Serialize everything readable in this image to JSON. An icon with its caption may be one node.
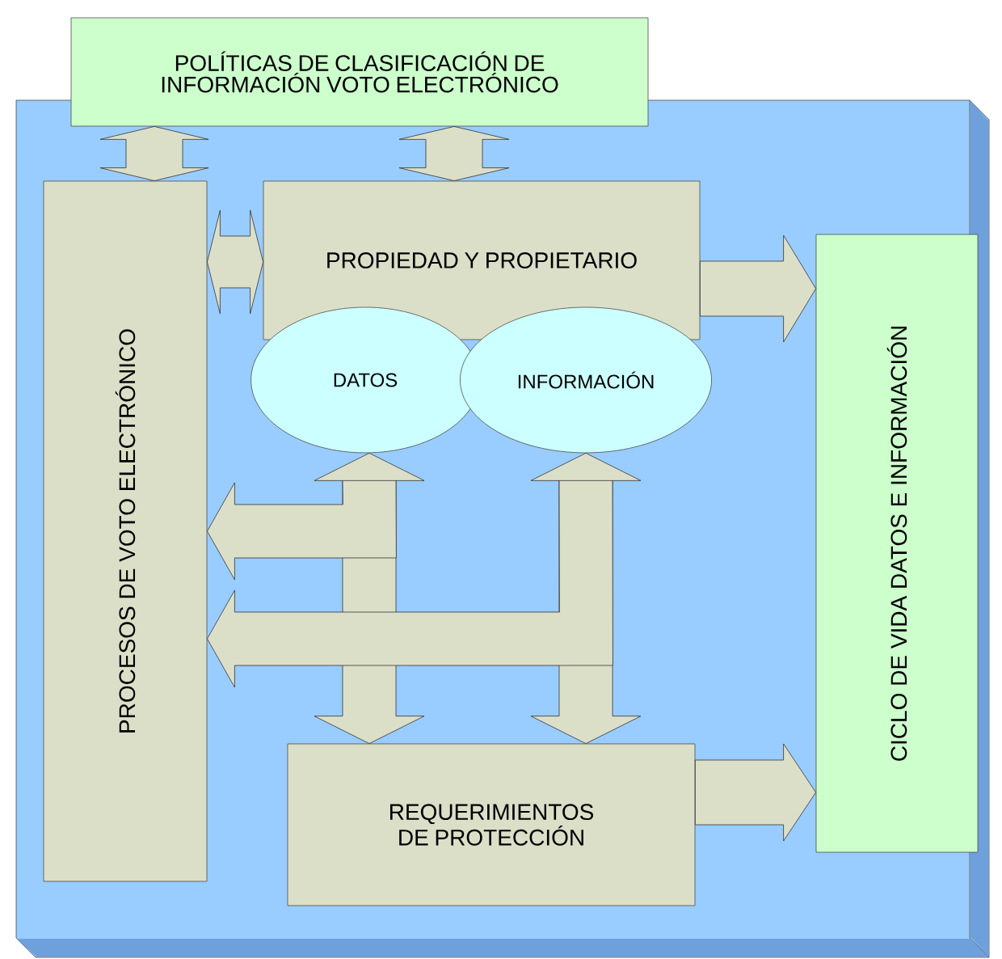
{
  "diagram": {
    "nodes": [
      {
        "text": [
          "POLÍTICAS DE CLASIFICACIÓN DE INFORMACIÓN VOTO ELECTRÓNICO"
        ]
      },
      {
        "text": [
          "PROCESOS DE VOTO ELECTRÓNICO"
        ]
      },
      {
        "text": [
          "PROPIEDAD Y PROPIETARIO"
        ]
      },
      {
        "text": [
          "DATOS"
        ]
      },
      {
        "text": [
          "INFORMACIÓN"
        ]
      },
      {
        "text": [
          "CICLO DE VIDA DATOS E INFORMACIÓN"
        ]
      },
      {
        "text": [
          "REQUERIMIENTOS DE PROTECCIÓN"
        ]
      }
    ],
    "edges": [
      {
        "from": 0,
        "to": 1,
        "arrow": "both"
      },
      {
        "from": 0,
        "to": 2,
        "arrow": "both"
      },
      {
        "from": 1,
        "to": 2,
        "arrow": "both"
      },
      {
        "from": 2,
        "to": 5,
        "arrow": "to"
      },
      {
        "from": 3,
        "to": 6,
        "arrow": "both"
      },
      {
        "from": 3,
        "to": 1,
        "arrow": "to"
      },
      {
        "from": 4,
        "to": 6,
        "arrow": "both"
      },
      {
        "from": 4,
        "to": 1,
        "arrow": "to"
      },
      {
        "from": 6,
        "to": 5,
        "arrow": "to"
      }
    ]
  }
}
